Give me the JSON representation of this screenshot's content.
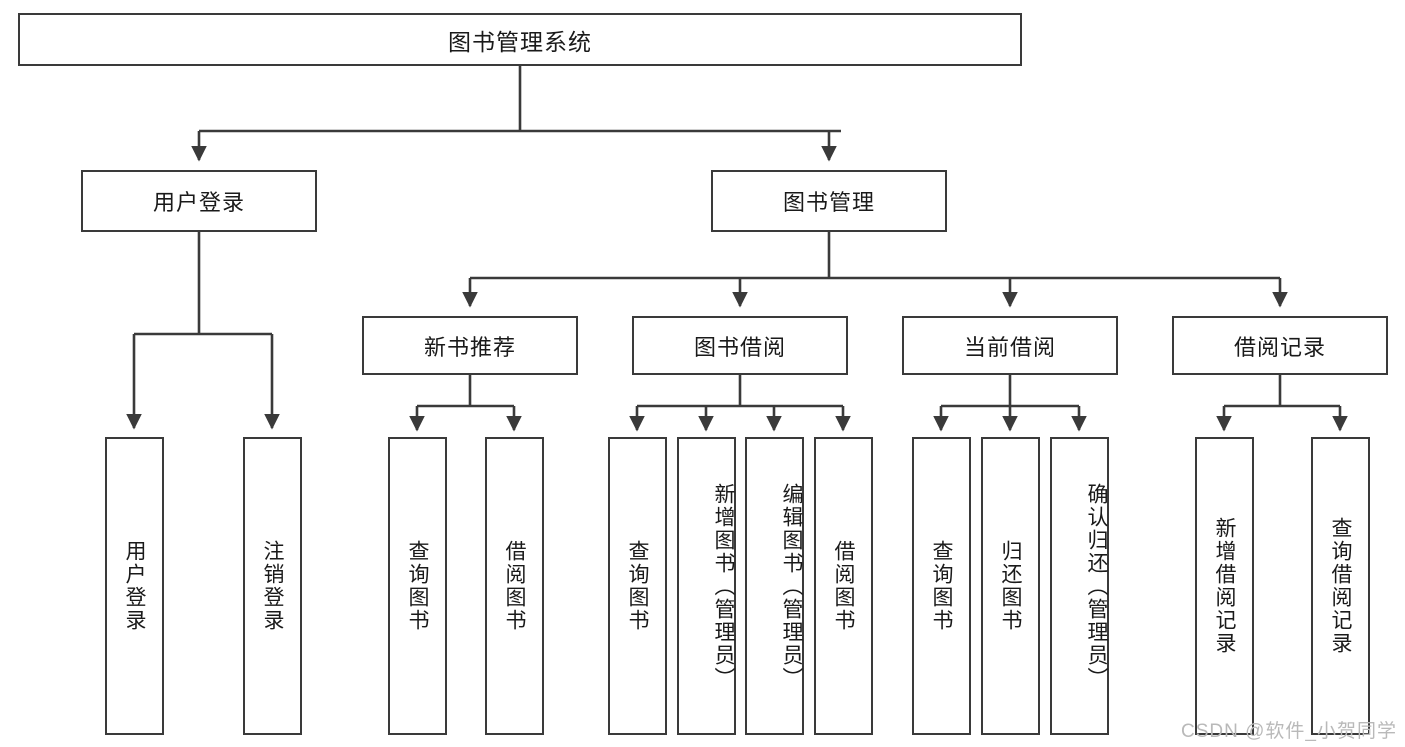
{
  "diagram": {
    "title": "图书管理系统",
    "watermark": "CSDN @软件_小贺同学",
    "stroke_color": "#3a3a3a",
    "text_color": "#1a1a1a",
    "background": "#ffffff",
    "levels": {
      "level1": [
        {
          "id": "root",
          "label": "图书管理系统"
        }
      ],
      "level2": [
        {
          "id": "user-login",
          "label": "用户登录"
        },
        {
          "id": "book-manage",
          "label": "图书管理"
        }
      ],
      "level3": [
        {
          "id": "new-book-rec",
          "label": "新书推荐"
        },
        {
          "id": "book-borrow",
          "label": "图书借阅"
        },
        {
          "id": "current-borrow",
          "label": "当前借阅"
        },
        {
          "id": "borrow-record",
          "label": "借阅记录"
        }
      ],
      "level4": {
        "user-login": [
          {
            "id": "leaf-user-login",
            "label": "用户登录"
          },
          {
            "id": "leaf-logout",
            "label": "注销登录"
          }
        ],
        "new-book-rec": [
          {
            "id": "leaf-query-book-1",
            "label": "查询图书"
          },
          {
            "id": "leaf-borrow-book-1",
            "label": "借阅图书"
          }
        ],
        "book-borrow": [
          {
            "id": "leaf-query-book-2",
            "label": "查询图书"
          },
          {
            "id": "leaf-add-book",
            "label": "新增图书（管理员）"
          },
          {
            "id": "leaf-edit-book",
            "label": "编辑图书（管理员）"
          },
          {
            "id": "leaf-borrow-book-2",
            "label": "借阅图书"
          }
        ],
        "current-borrow": [
          {
            "id": "leaf-query-book-3",
            "label": "查询图书"
          },
          {
            "id": "leaf-return-book",
            "label": "归还图书"
          },
          {
            "id": "leaf-confirm-return",
            "label": "确认归还（管理员）"
          }
        ],
        "borrow-record": [
          {
            "id": "leaf-add-record",
            "label": "新增借阅记录"
          },
          {
            "id": "leaf-query-record",
            "label": "查询借阅记录"
          }
        ]
      }
    }
  }
}
